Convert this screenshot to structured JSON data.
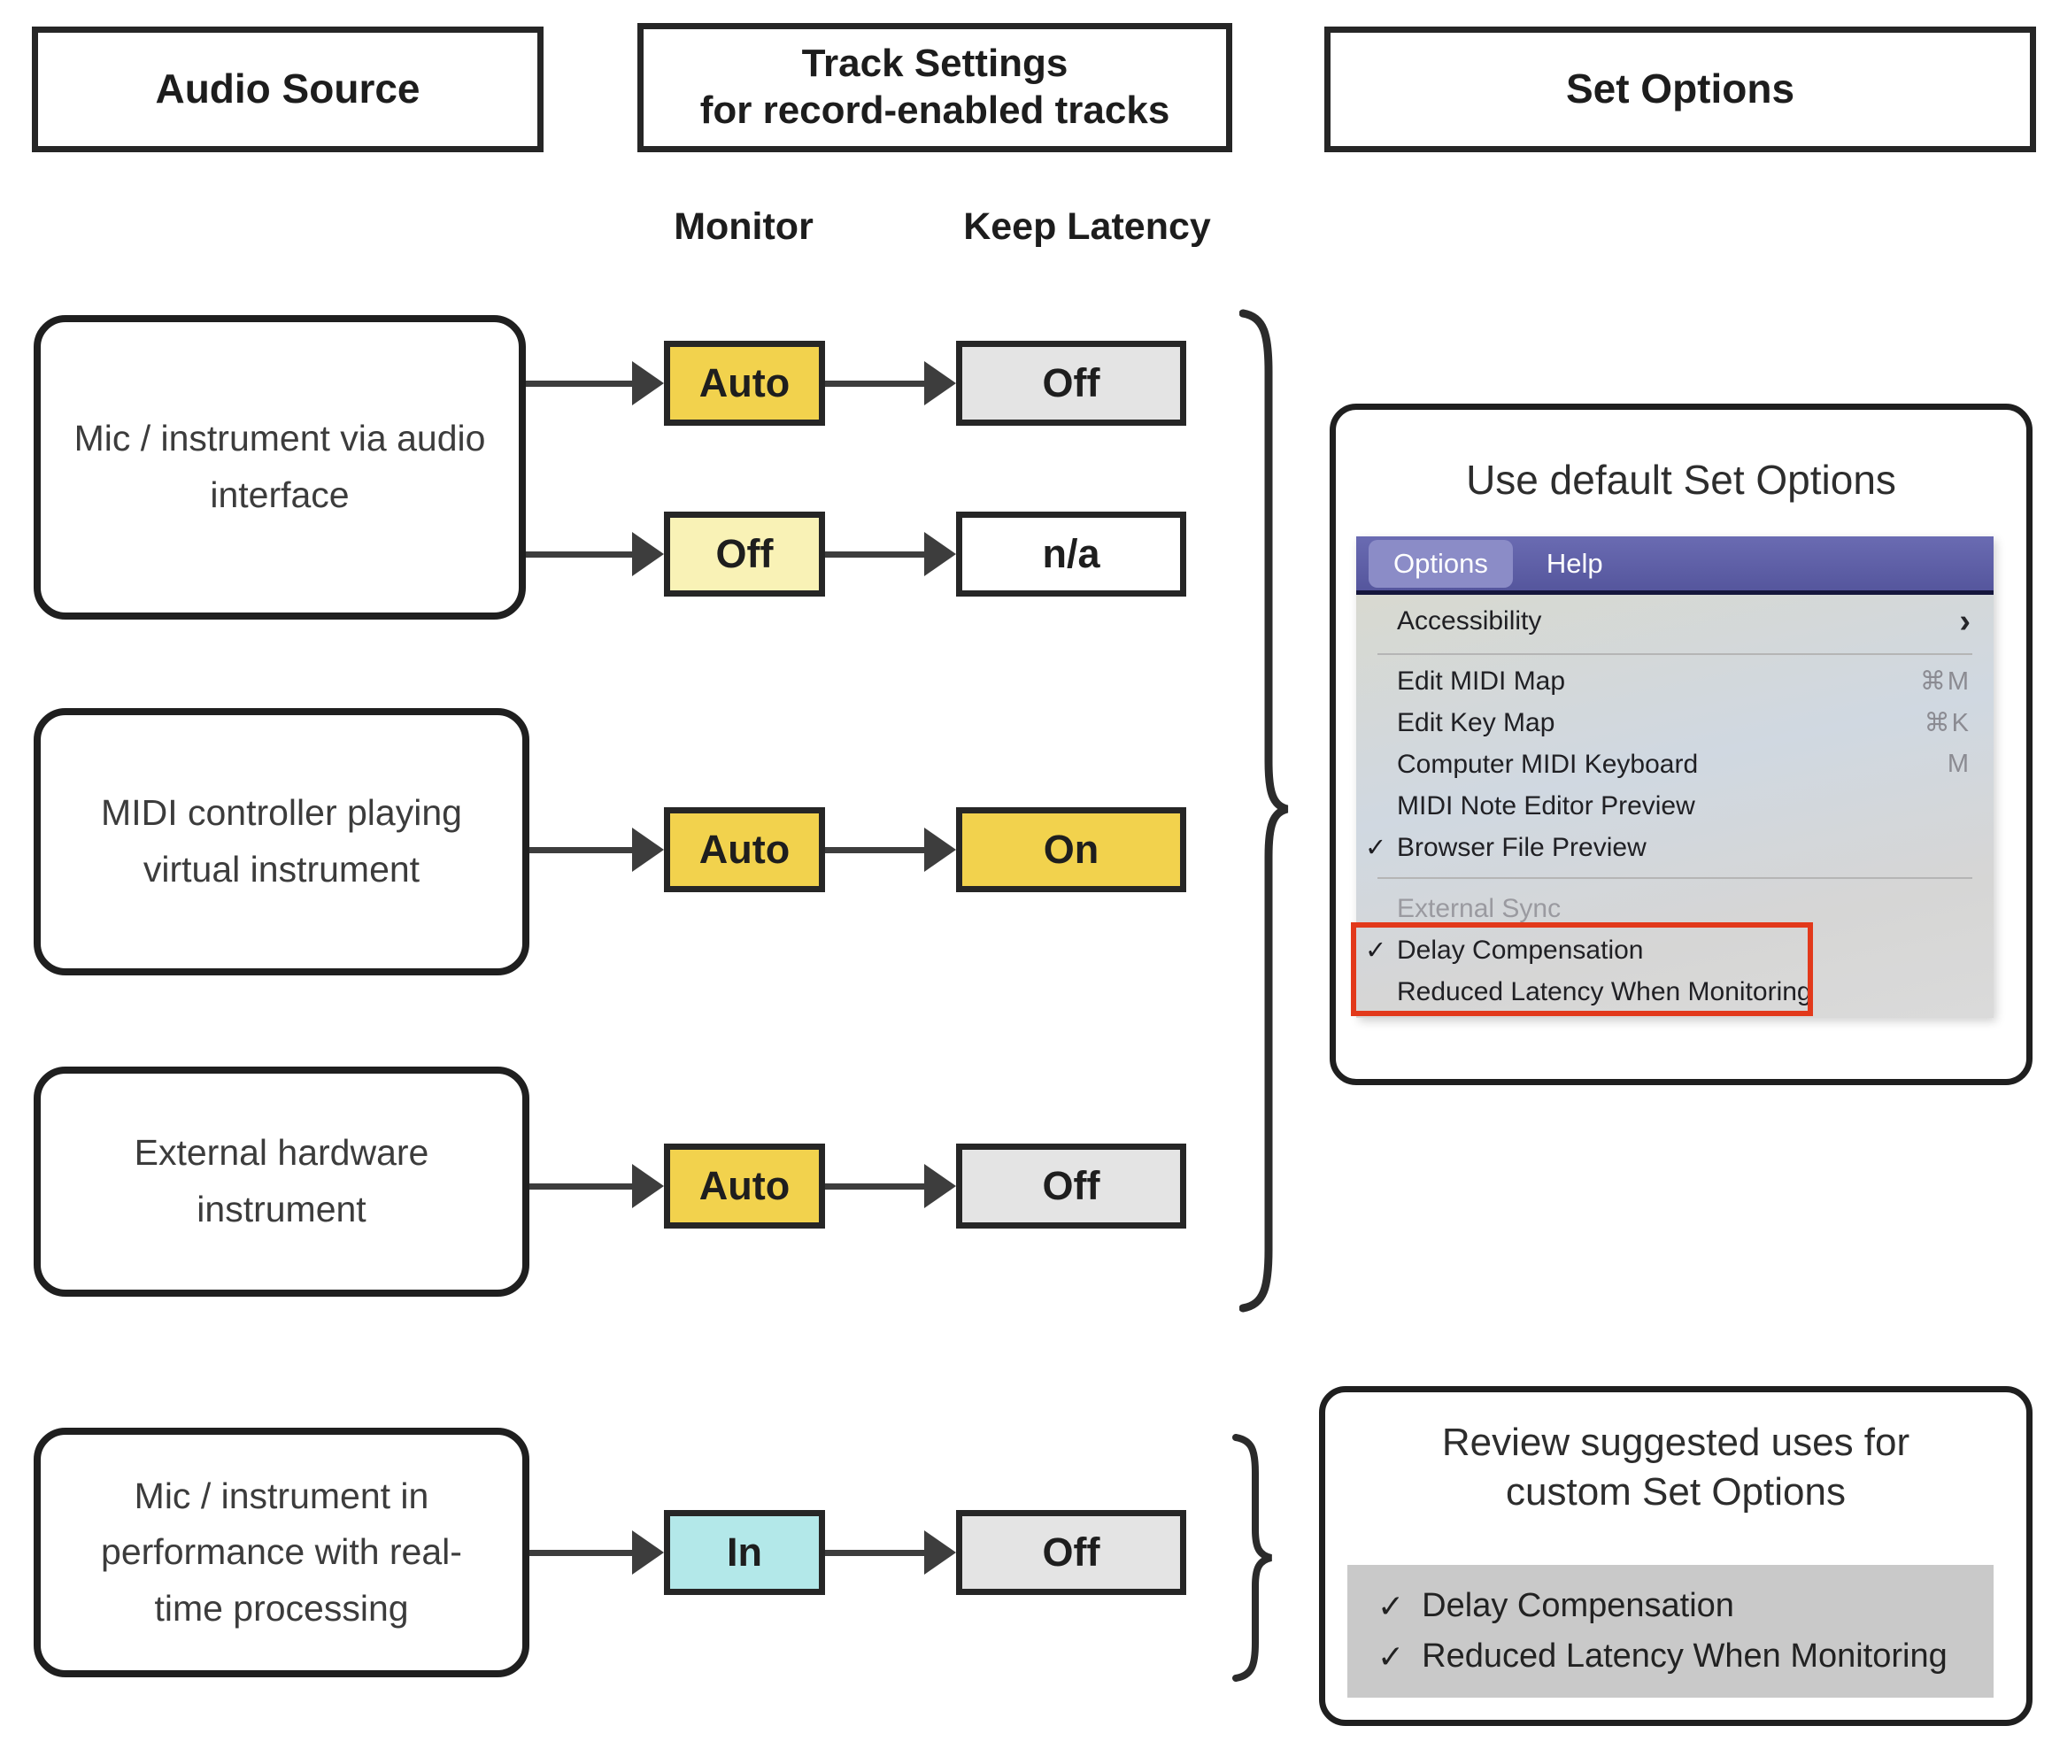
{
  "headers": {
    "audio_source": "Audio Source",
    "track_settings": [
      "Track Settings",
      "for record-enabled tracks"
    ],
    "set_options": "Set Options"
  },
  "columns": {
    "monitor": "Monitor",
    "keep_latency": "Keep Latency"
  },
  "flow": {
    "sources": [
      {
        "label": "Mic / instrument via audio interface",
        "rows": [
          {
            "monitor": "Auto",
            "monitor_color": "#f2d24d",
            "keep_latency": "Off",
            "keep_color": "#e4e4e4"
          },
          {
            "monitor": "Off",
            "monitor_color": "#f9f2b6",
            "keep_latency": "n/a",
            "keep_color": "#ffffff"
          }
        ]
      },
      {
        "label": "MIDI controller playing virtual instrument",
        "rows": [
          {
            "monitor": "Auto",
            "monitor_color": "#f2d24d",
            "keep_latency": "On",
            "keep_color": "#f2d24d"
          }
        ]
      },
      {
        "label": "External hardware instrument",
        "rows": [
          {
            "monitor": "Auto",
            "monitor_color": "#f2d24d",
            "keep_latency": "Off",
            "keep_color": "#e4e4e4"
          }
        ]
      },
      {
        "label": "Mic / instrument in performance with real-time processing",
        "rows": [
          {
            "monitor": "In",
            "monitor_color": "#b3e8e9",
            "keep_latency": "Off",
            "keep_color": "#e4e4e4"
          }
        ]
      }
    ]
  },
  "default_panel": {
    "title": "Use default Set Options",
    "menu": {
      "bar": [
        {
          "label": "Options",
          "active": true
        },
        {
          "label": "Help",
          "active": false
        }
      ],
      "items": [
        {
          "label": "Accessibility",
          "submenu": true
        },
        {
          "label": "Edit MIDI Map",
          "shortcut": "⌘M"
        },
        {
          "label": "Edit Key Map",
          "shortcut": "⌘K"
        },
        {
          "label": "Computer MIDI Keyboard",
          "shortcut": "M"
        },
        {
          "label": "MIDI Note Editor Preview"
        },
        {
          "label": "Browser File Preview",
          "checked": true
        },
        {
          "label": "External Sync",
          "disabled": true
        },
        {
          "label": "Delay Compensation",
          "checked": true,
          "highlighted": true
        },
        {
          "label": "Reduced Latency When Monitoring",
          "highlighted": true
        }
      ]
    }
  },
  "custom_panel": {
    "title": [
      "Review suggested uses for",
      "custom Set Options"
    ],
    "items": [
      {
        "label": "Delay Compensation",
        "checked": true
      },
      {
        "label": "Reduced Latency When Monitoring",
        "checked": true
      }
    ]
  },
  "icons": {
    "check": "✓",
    "submenu_arrow": "›"
  },
  "colors": {
    "monitor_auto": "#f2d24d",
    "monitor_off_pale": "#f9f2b6",
    "monitor_in": "#b3e8e9",
    "keep_on": "#f2d24d",
    "keep_off": "#e4e4e4",
    "keep_na": "#ffffff",
    "menu_bar": "#5c5da7",
    "menu_bar_active_pill": "#8b8cc7",
    "highlight_rect": "#e2391b",
    "review_panel_bg": "#c9c9c9",
    "border_dark": "#1f1f1f"
  }
}
